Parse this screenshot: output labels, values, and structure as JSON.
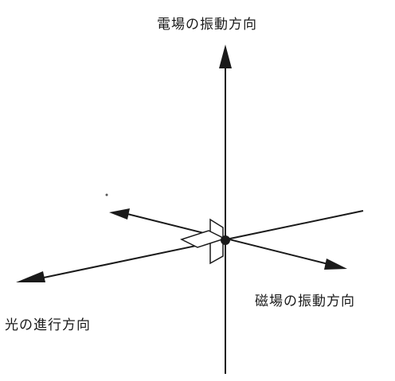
{
  "labels": {
    "electric_field": "電場の振動方向",
    "magnetic_field": "磁場の振動方向",
    "light_direction": "光の進行方向"
  },
  "colors": {
    "ink": "#1a1a1a",
    "plane_fill": "#ffffff"
  }
}
